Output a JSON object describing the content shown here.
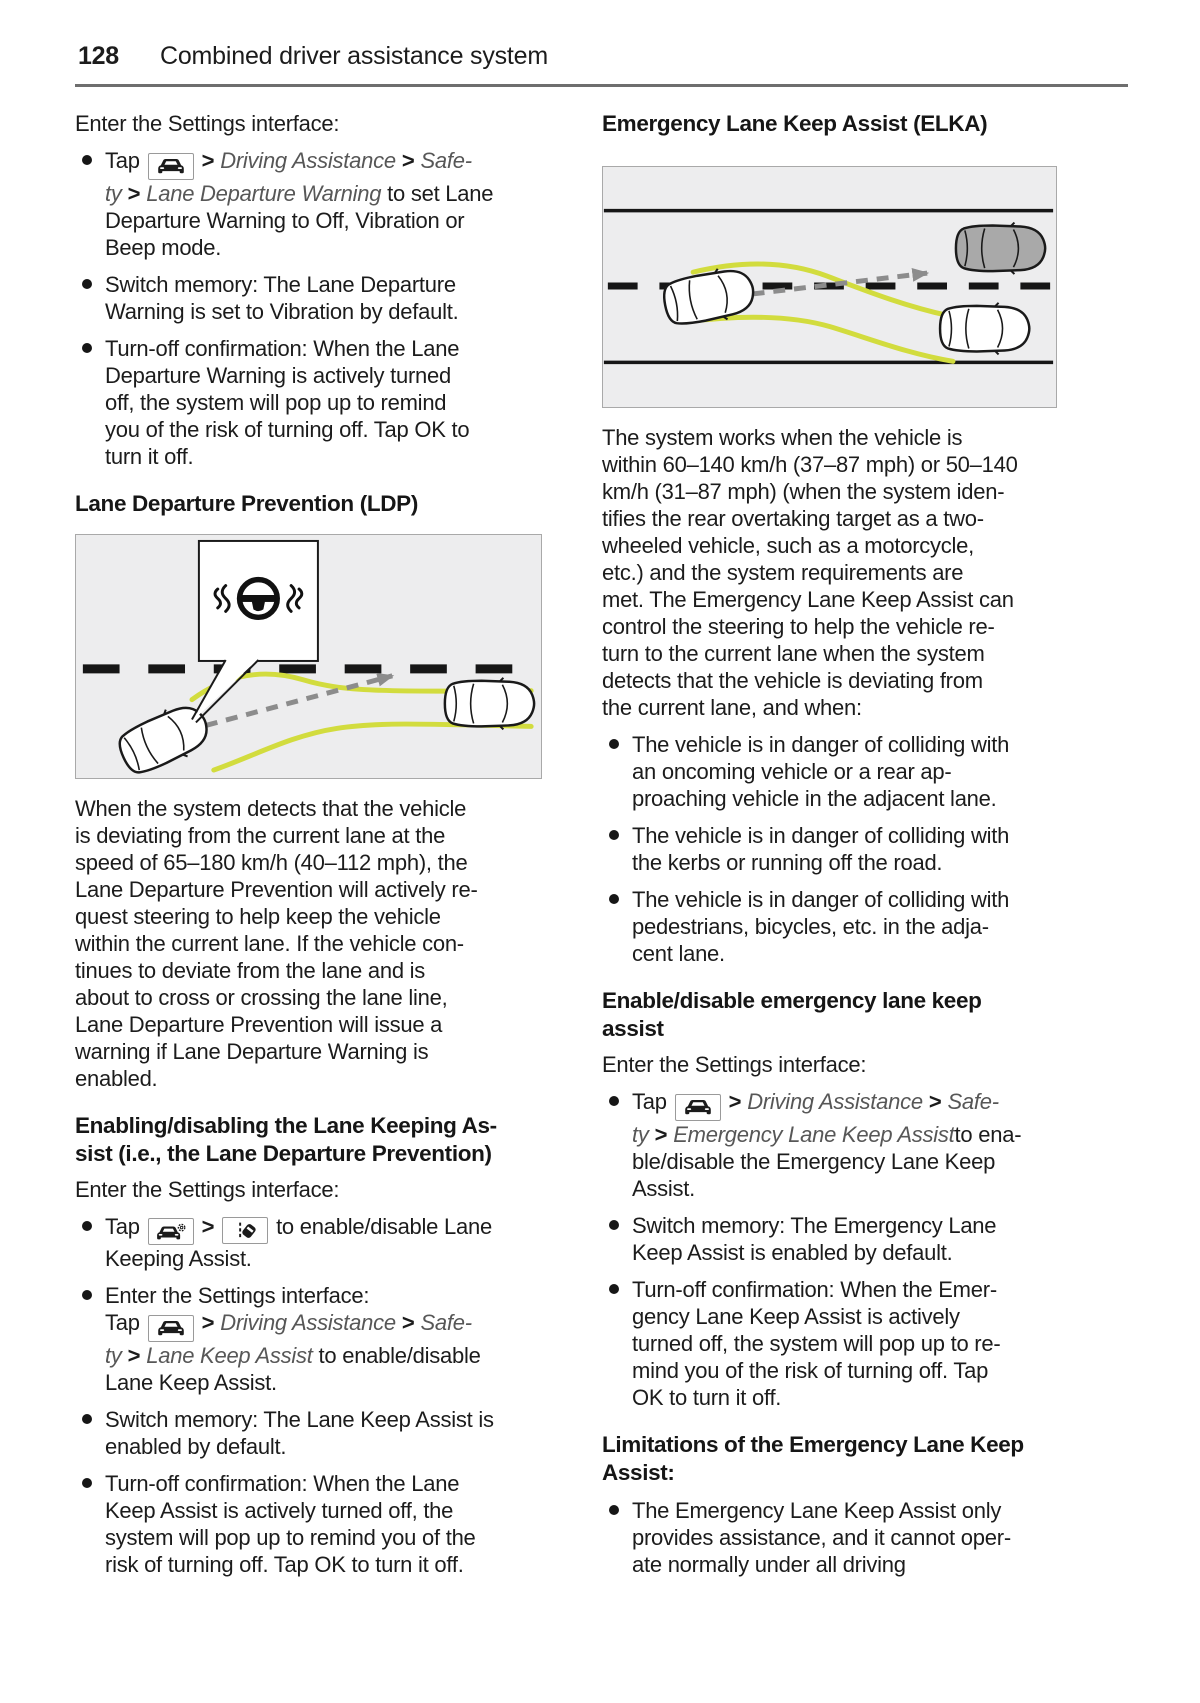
{
  "page": {
    "number": "128",
    "title": "Combined driver assistance system"
  },
  "colors": {
    "text_ink": "#1c1c1c",
    "menu_ink": "#575757",
    "lane_yellow": "#d2dc3e",
    "figure_bg": "#ededee",
    "arrow_gray": "#8c8c8c"
  },
  "icons": {
    "car": "car-settings-button-icon",
    "car-gear": "vehicle-settings-gear-icon",
    "lane-keep": "lane-keep-assist-icon"
  },
  "left": {
    "intro": "Enter the Settings interface:",
    "bullets_top": [
      {
        "seg": [
          {
            "t": "Tap "
          },
          {
            "ic": "car"
          },
          {
            "t": ">",
            "s": "sep"
          },
          {
            "t": "Driving Assistance",
            "s": "menu"
          },
          {
            "t": ">",
            "s": "sep"
          },
          {
            "t": "Safe-",
            "s": "menu"
          },
          {
            "br": true
          },
          {
            "t": "ty",
            "s": "menu"
          },
          {
            "t": ">",
            "s": "sep"
          },
          {
            "t": "Lane Departure Warning",
            "s": "menu"
          },
          {
            "t": " to set Lane"
          },
          {
            "br": true
          },
          {
            "t": "Departure Warning to Off, Vibration or"
          },
          {
            "br": true
          },
          {
            "t": "Beep mode."
          }
        ]
      },
      {
        "lines": [
          "Switch memory: The Lane Departure",
          "Warning is set to Vibration by default."
        ]
      },
      {
        "lines": [
          "Turn-off confirmation: When the Lane",
          "Departure Warning is actively turned",
          "off, the system will pop up to remind",
          "you of the risk of turning off. Tap OK to",
          "turn it off."
        ]
      }
    ],
    "ldp_heading": "Lane Departure Prevention (LDP)",
    "ldp_paragraph": [
      "When the system detects that the vehicle",
      "is deviating from the current lane at the",
      "speed of 65–180 km/h (40–112 mph), the",
      "Lane Departure Prevention will actively re-",
      "quest steering to help keep the vehicle",
      "within the current lane. If the vehicle con-",
      "tinues to deviate from the lane and is",
      "about to cross or crossing the lane line,",
      "Lane Departure Prevention will issue a",
      "warning if Lane Departure Warning is",
      "enabled."
    ],
    "enable_heading": [
      "Enabling/disabling the Lane Keeping As-",
      "sist (i.e., the Lane Departure Prevention)"
    ],
    "enable_intro": "Enter the Settings interface:",
    "enable_bullets": [
      {
        "seg": [
          {
            "t": "Tap "
          },
          {
            "ic": "car-gear"
          },
          {
            "t": ">",
            "s": "sep"
          },
          {
            "ic": "lane-keep"
          },
          {
            "t": " to enable/disable Lane"
          },
          {
            "br": true
          },
          {
            "t": "Keeping Assist."
          }
        ]
      },
      {
        "seg": [
          {
            "t": "Enter the Settings interface:"
          },
          {
            "br": true
          },
          {
            "t": "Tap "
          },
          {
            "ic": "car"
          },
          {
            "t": ">",
            "s": "sep"
          },
          {
            "t": "Driving Assistance",
            "s": "menu"
          },
          {
            "t": ">",
            "s": "sep"
          },
          {
            "t": "Safe-",
            "s": "menu"
          },
          {
            "br": true
          },
          {
            "t": "ty",
            "s": "menu"
          },
          {
            "t": ">",
            "s": "sep"
          },
          {
            "t": "Lane Keep Assist",
            "s": "menu"
          },
          {
            "t": " to enable/disable"
          },
          {
            "br": true
          },
          {
            "t": "Lane Keep Assist."
          }
        ]
      },
      {
        "lines": [
          "Switch memory: The Lane Keep Assist is",
          "enabled by default."
        ]
      },
      {
        "lines": [
          "Turn-off confirmation: When the Lane",
          "Keep Assist is actively turned off, the",
          "system will pop up to remind you of the",
          "risk of turning off. Tap OK to turn it off."
        ]
      }
    ]
  },
  "right": {
    "elka_heading": "Emergency Lane Keep Assist (ELKA)",
    "elka_paragraph": [
      "The system works when the vehicle is",
      "within 60–140 km/h (37–87 mph) or 50–140",
      "km/h (31–87 mph) (when the system iden-",
      "tifies the rear overtaking target as a two-",
      "wheeled vehicle, such as a motorcycle,",
      "etc.) and the system requirements are",
      "met. The Emergency Lane Keep Assist can",
      "control the steering to help the vehicle re-",
      "turn to the current lane when the system",
      "detects that the vehicle is deviating from",
      "the current lane, and when:"
    ],
    "danger_bullets": [
      {
        "lines": [
          "The vehicle is in danger of colliding with",
          "an oncoming vehicle or a rear ap-",
          "proaching vehicle in the adjacent lane."
        ]
      },
      {
        "lines": [
          "The vehicle is in danger of colliding with",
          "the kerbs or running off the road."
        ]
      },
      {
        "lines": [
          "The vehicle is in danger of colliding with",
          "pedestrians, bicycles, etc. in the adja-",
          "cent lane."
        ]
      }
    ],
    "enable_heading": [
      "Enable/disable emergency lane keep",
      "assist"
    ],
    "enable_intro": "Enter the Settings interface:",
    "enable_bullets": [
      {
        "seg": [
          {
            "t": "Tap "
          },
          {
            "ic": "car"
          },
          {
            "t": ">",
            "s": "sep"
          },
          {
            "t": "Driving Assistance",
            "s": "menu"
          },
          {
            "t": ">",
            "s": "sep"
          },
          {
            "t": "Safe-",
            "s": "menu"
          },
          {
            "br": true
          },
          {
            "t": "ty",
            "s": "menu"
          },
          {
            "t": ">",
            "s": "sep"
          },
          {
            "t": "Emergency Lane Keep Assist",
            "s": "menu"
          },
          {
            "t": "to ena-"
          },
          {
            "br": true
          },
          {
            "t": "ble/disable the Emergency Lane Keep"
          },
          {
            "br": true
          },
          {
            "t": "Assist."
          }
        ]
      },
      {
        "lines": [
          "Switch memory: The Emergency Lane",
          "Keep Assist is enabled by default."
        ]
      },
      {
        "lines": [
          "Turn-off confirmation: When the Emer-",
          "gency Lane Keep Assist is actively",
          "turned off, the system will pop up to re-",
          "mind you of the risk of turning off. Tap",
          "OK to turn it off."
        ]
      }
    ],
    "limitations_heading": [
      "Limitations of the Emergency Lane Keep",
      "Assist:"
    ],
    "limitation_bullets": [
      {
        "lines": [
          "The Emergency Lane Keep Assist only",
          "provides assistance, and it cannot oper-",
          "ate normally under all driving"
        ]
      }
    ]
  }
}
